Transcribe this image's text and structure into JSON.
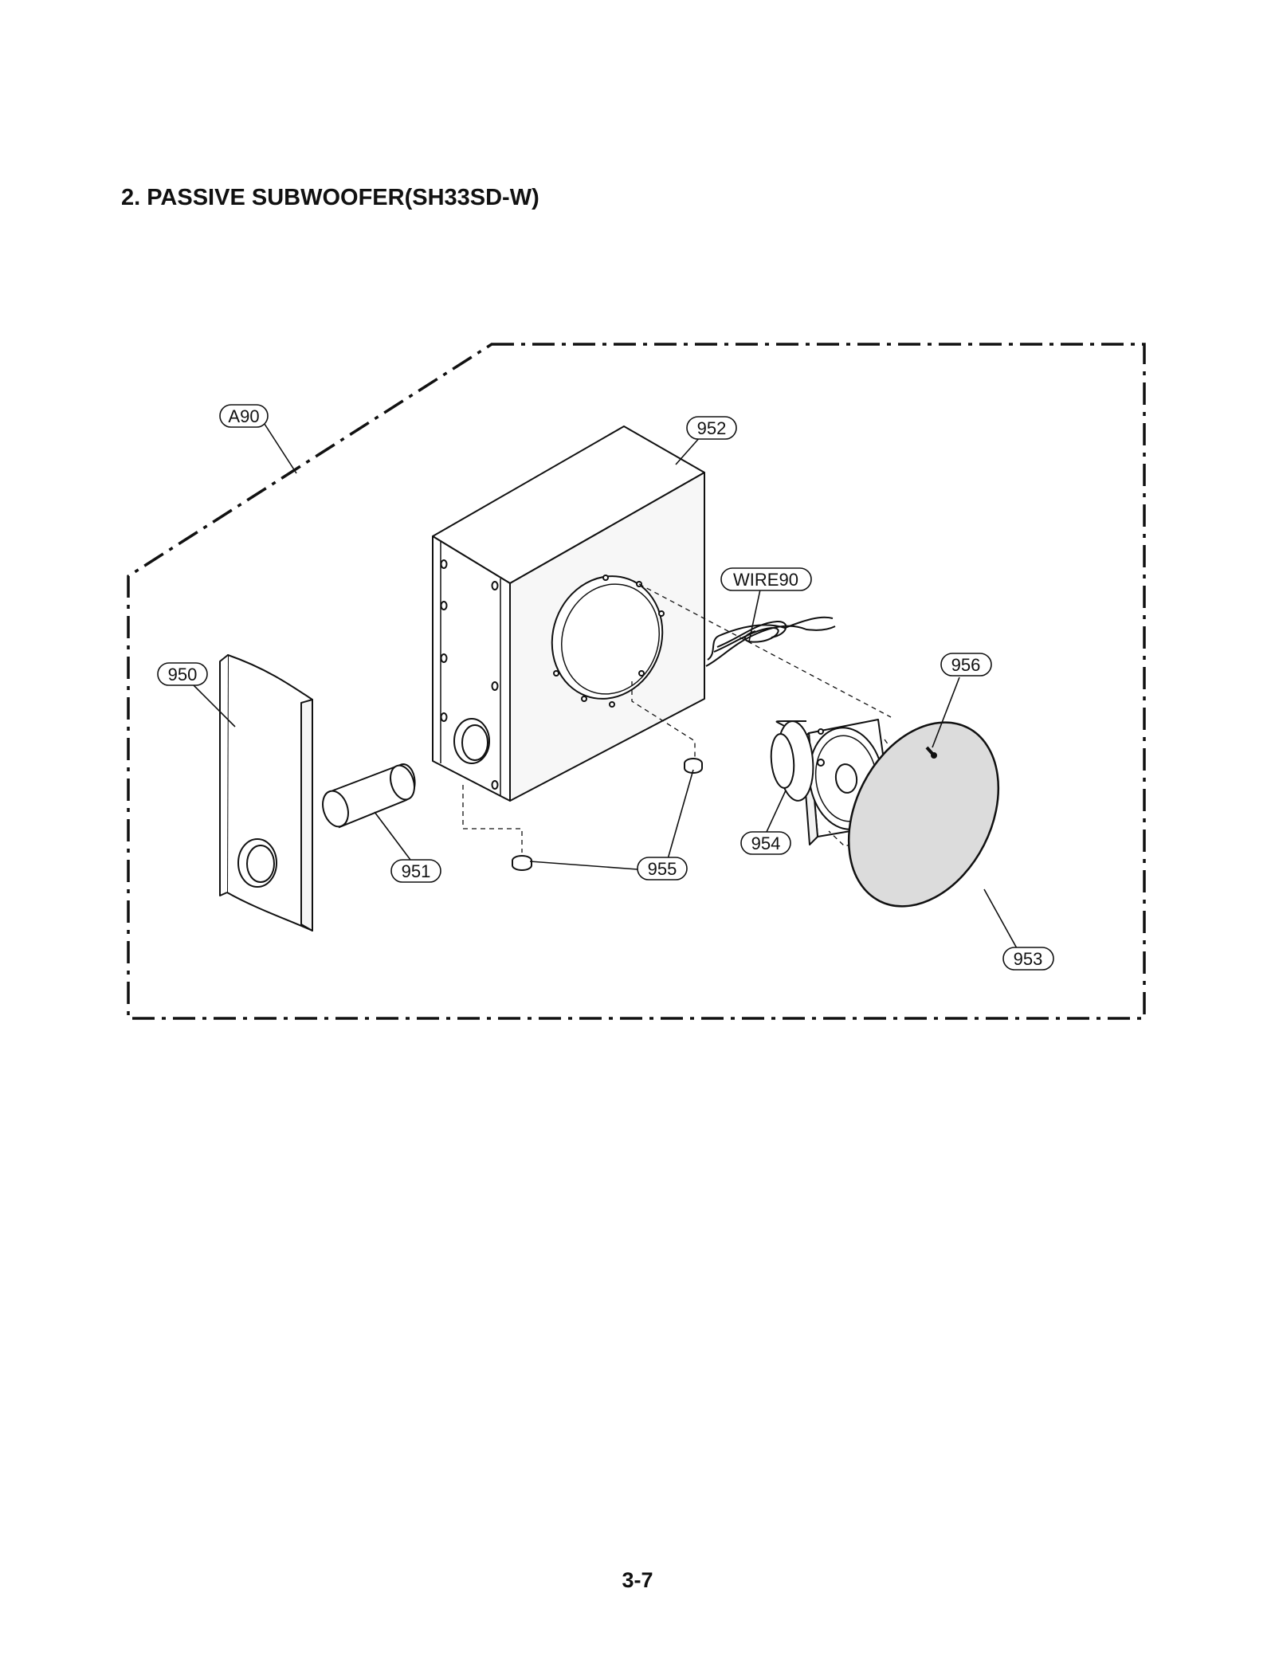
{
  "section": {
    "title": "2. PASSIVE SUBWOOFER(SH33SD-W)"
  },
  "callouts": [
    {
      "id": "A90",
      "label": "A90"
    },
    {
      "id": "952",
      "label": "952"
    },
    {
      "id": "WIRE90",
      "label": "WIRE90"
    },
    {
      "id": "956",
      "label": "956"
    },
    {
      "id": "950",
      "label": "950"
    },
    {
      "id": "951",
      "label": "951"
    },
    {
      "id": "954",
      "label": "954"
    },
    {
      "id": "955",
      "label": "955"
    },
    {
      "id": "953",
      "label": "953"
    }
  ],
  "footer": {
    "page_number": "3-7"
  }
}
